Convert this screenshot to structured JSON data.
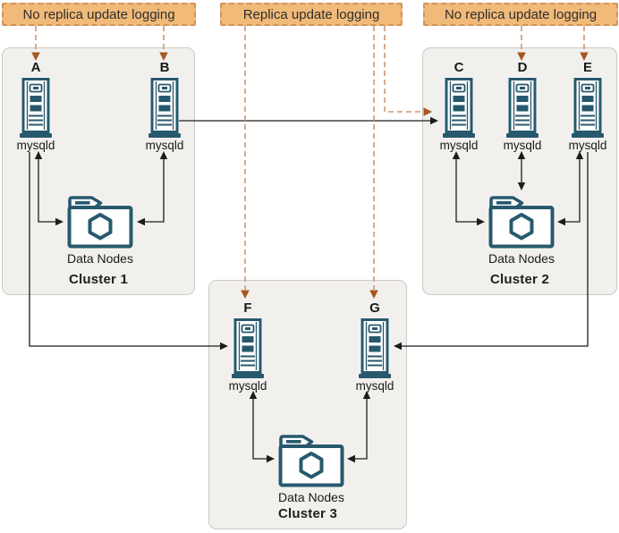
{
  "legend": [
    {
      "text": "No replica update logging"
    },
    {
      "text": "Replica update logging"
    },
    {
      "text": "No replica update logging"
    }
  ],
  "clusters": [
    {
      "name": "Cluster 1",
      "data_nodes_label": "Data Nodes",
      "nodes": [
        {
          "letter": "A",
          "label": "mysqld"
        },
        {
          "letter": "B",
          "label": "mysqld"
        }
      ]
    },
    {
      "name": "Cluster 2",
      "data_nodes_label": "Data Nodes",
      "nodes": [
        {
          "letter": "C",
          "label": "mysqld"
        },
        {
          "letter": "D",
          "label": "mysqld"
        },
        {
          "letter": "E",
          "label": "mysqld"
        }
      ]
    },
    {
      "name": "Cluster 3",
      "data_nodes_label": "Data Nodes",
      "nodes": [
        {
          "letter": "F",
          "label": "mysqld"
        },
        {
          "letter": "G",
          "label": "mysqld"
        }
      ]
    }
  ],
  "edges": {
    "replication_solid": [
      "B -> C",
      "A -> F",
      "E -> G"
    ],
    "logging_dashed": [
      "No replica update logging -> A",
      "No replica update logging -> B",
      "Replica update logging -> C",
      "Replica update logging -> F",
      "Replica update logging -> G",
      "No replica update logging -> D",
      "No replica update logging -> E"
    ],
    "internal_bidirectional": [
      "A <-> Data Nodes",
      "B <-> Data Nodes",
      "C <-> Data Nodes",
      "D <-> Data Nodes",
      "E <-> Data Nodes",
      "F <-> Data Nodes",
      "G <-> Data Nodes"
    ]
  },
  "icons": {
    "server": "server-tower-icon",
    "data_nodes": "folder-hexagon-icon"
  },
  "colors": {
    "teal": "#27596D",
    "legend_bg": "#F1BA78",
    "legend_border": "#D0945C",
    "cluster_bg": "#F1F0ED",
    "cluster_border": "#CDCAC4",
    "solid_line": "#1C1C1C",
    "dashed_line": "#CE9672",
    "dashed_arrow": "#A8561F"
  }
}
